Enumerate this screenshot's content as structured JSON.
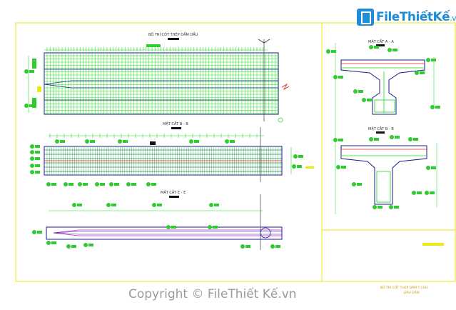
{
  "brand": {
    "logo_text": "FileThiếtKế",
    "logo_suffix": ".vn",
    "watermark": "Copyright © FileThiết Kế.vn"
  },
  "drawing": {
    "title_plan": "BỐ TRÍ CỐT THÉP DẦM DẦU",
    "title_elev1": "MẶT CẮT B - B",
    "title_elev2": "MẶT CẮT E - E",
    "title_sec_a": "MẶT CẮT A - A",
    "title_sec_b": "MẶT CẮT B - B",
    "title_block_line1": "BỐ TRÍ CỐT THÉP DẦM T CHỦ",
    "title_block_line2": "DẦU DẦM"
  },
  "colors": {
    "frame": "#e8ea10",
    "rebar": "#1edc1e",
    "outline": "#1a1a8c",
    "accent": "#e02020",
    "magenta": "#d21ed2",
    "leader": "#555555",
    "tag": "#2ecc2e"
  }
}
